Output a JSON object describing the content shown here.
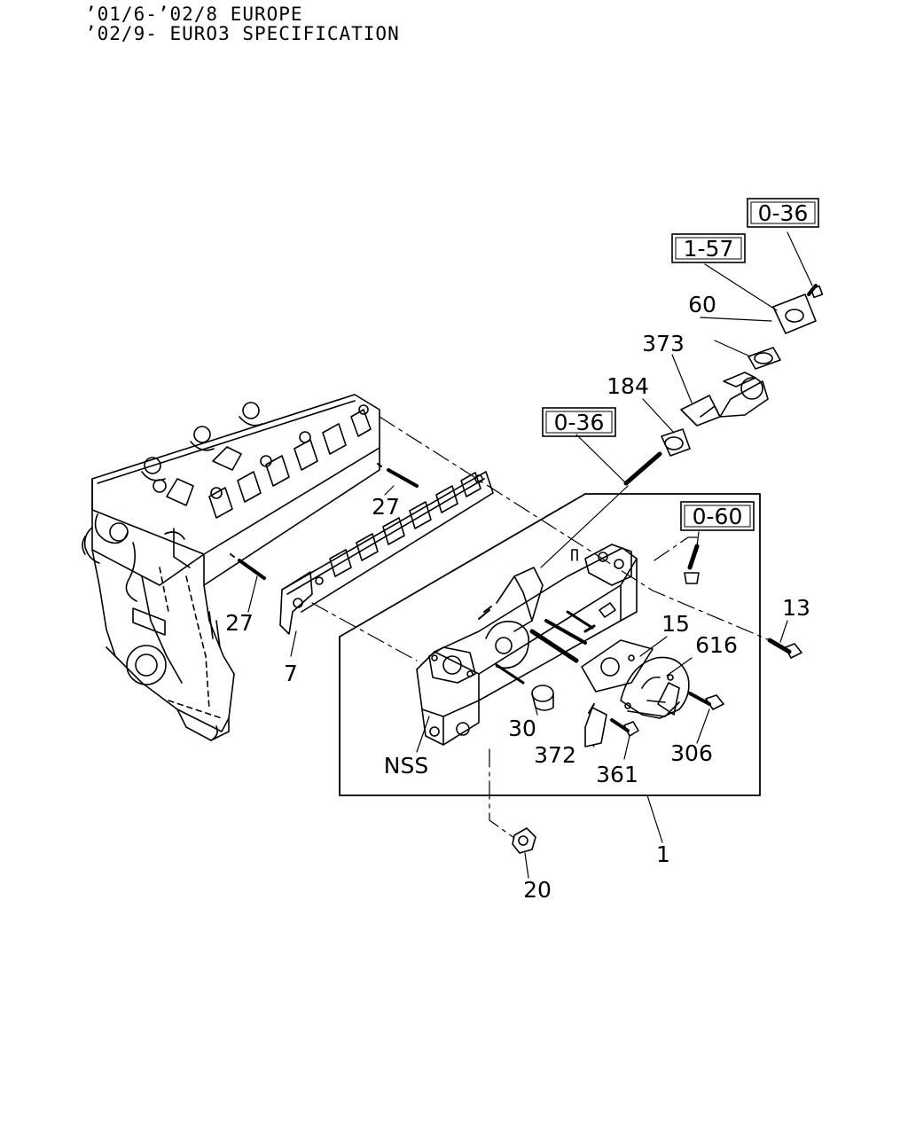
{
  "header": {
    "line1": "’01/6-’02/8 EUROPE",
    "line2": "’02/9- EURO3 SPECIFICATION"
  },
  "labels": {
    "p7": "7",
    "p27a": "27",
    "p27b": "27",
    "p60": "60",
    "p373": "373",
    "p184": "184",
    "p13": "13",
    "p15": "15",
    "p616": "616",
    "p30": "30",
    "p372": "372",
    "p361": "361",
    "p306": "306",
    "pNSS": "NSS",
    "p1": "1",
    "p20": "20"
  },
  "refs": {
    "r036a": "0-36",
    "r157": "1-57",
    "r036b": "0-36",
    "r060": "0-60"
  }
}
